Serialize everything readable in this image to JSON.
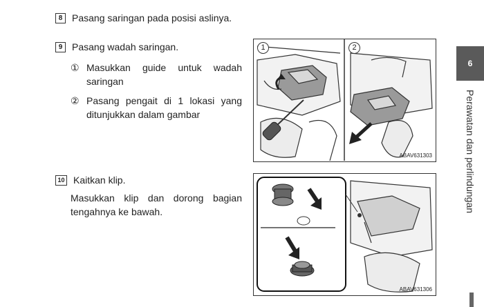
{
  "steps": [
    {
      "num": "8",
      "text": "Pasang saringan pada posisi aslinya."
    },
    {
      "num": "9",
      "text": "Pasang wadah saringan."
    },
    {
      "num": "10",
      "text": "Kaitkan klip."
    }
  ],
  "substeps": [
    {
      "marker": "①",
      "text": "Masukkan guide untuk wadah saringan"
    },
    {
      "marker": "②",
      "text": "Pasang pengait di 1 lokasi yang ditunjukkan dalam gambar"
    }
  ],
  "step10_body": "Masukkan klip dan dorong bagian tengahnya ke bawah.",
  "figures": [
    {
      "code": "ABAV631303",
      "panels": [
        "1",
        "2"
      ]
    },
    {
      "code": "ABAV631306"
    }
  ],
  "sidebar": {
    "chapter_number": "6",
    "chapter_title": "Perawatan dan perlindungan"
  }
}
